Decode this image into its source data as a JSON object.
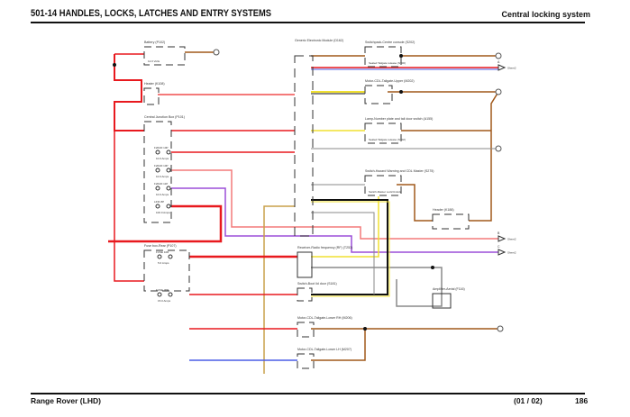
{
  "header": {
    "title": "501-14 HANDLES, LOCKS, LATCHES AND ENTRY SYSTEMS",
    "section": "Central locking system"
  },
  "footer": {
    "model": "Range Rover (LHD)",
    "sheet": "(01 / 02)",
    "page": "186"
  },
  "components": [
    {
      "id": "battery",
      "label": "Battery (P102)",
      "sub": "12.0 Volts"
    },
    {
      "id": "heater",
      "label": "Heater (K108)"
    },
    {
      "id": "cjb",
      "label": "Central Junction Box (P101)"
    },
    {
      "id": "gem",
      "label": "Generic Electronic Module (D162)"
    },
    {
      "id": "switchpack",
      "label": "Switchpack-Centre console (S202)",
      "sub": "Sealed Tailgate release (S700)"
    },
    {
      "id": "motor-upper",
      "label": "Motor-CDL-Tailgate-Upper (M202)"
    },
    {
      "id": "lamp-switch",
      "label": "Lamp-Number plate and tail door switch (A155)",
      "sub": "Sealed Tailgate release (S702)"
    },
    {
      "id": "hazard-switch",
      "label": "Switch-Hazard Warning and CDL Master (S275)",
      "sub": "Switch-Master Lock/Unlock"
    },
    {
      "id": "header-k188",
      "label": "Header (K188)"
    },
    {
      "id": "rear-fusebox",
      "label": "Fuse box-Rear (P107)"
    },
    {
      "id": "receiver",
      "label": "Receiver-Radio frequency (RF) (T253)"
    },
    {
      "id": "boot-switch",
      "label": "Switch-Boot lid door (S181)"
    },
    {
      "id": "amplifier",
      "label": "Amplifier-Aerial (F116)"
    },
    {
      "id": "motor-rh",
      "label": "Motor-CDL-Tailgate-Lower RH (M206)"
    },
    {
      "id": "motor-lh",
      "label": "Motor-CDL-Tailgate-Lower LH (M207)"
    }
  ],
  "fuses": [
    {
      "label": "F20/20 10P",
      "rating": "10.0 Amps"
    },
    {
      "label": "F20/20 10P",
      "rating": "10.0 Amps"
    },
    {
      "label": "F20/20 11P",
      "rating": "10.0 Amps"
    },
    {
      "label": "LINK 8P",
      "rating": "100.0 Amps"
    },
    {
      "label": "FUSE 10R",
      "rating": "5.0 Amps"
    },
    {
      "label": "FUSE 30R",
      "rating": "15.0 Amps"
    }
  ],
  "offpage": [
    {
      "label": "A",
      "ref": "Sheet2"
    },
    {
      "label": "B",
      "ref": "Sheet2"
    },
    {
      "label": "C",
      "ref": "Sheet2"
    }
  ],
  "wire_colors": {
    "red": "#e8191e",
    "pink": "#f47a7a",
    "brown": "#a0581a",
    "purple": "#9b4ed8",
    "blue": "#4a5de6",
    "yellow": "#f0e030",
    "tan": "#c8a04a",
    "grey": "#8a8a8a",
    "black": "#111111"
  }
}
